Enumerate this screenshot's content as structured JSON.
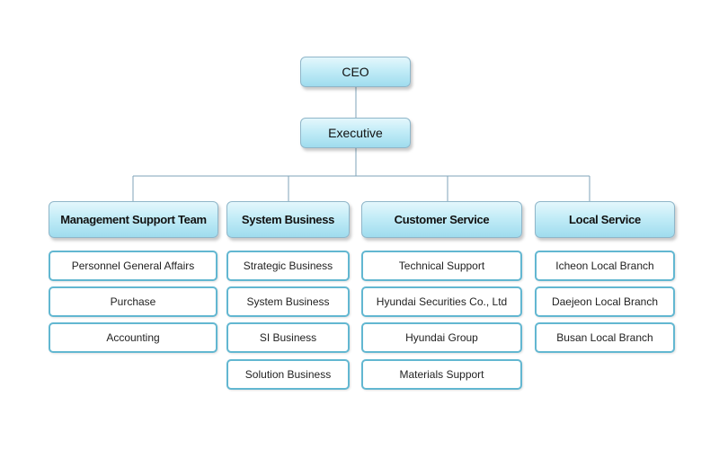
{
  "chart": {
    "ceo": "CEO",
    "executive": "Executive",
    "departments": [
      {
        "name": "Management Support Team",
        "items": [
          "Personnel General Affairs",
          "Purchase",
          "Accounting"
        ]
      },
      {
        "name": "System Business",
        "items": [
          "Strategic Business",
          "System Business",
          "SI Business",
          "Solution Business"
        ]
      },
      {
        "name": "Customer Service",
        "items": [
          "Technical Support",
          "Hyundai Securities Co., Ltd",
          "Hyundai Group",
          "Materials Support"
        ]
      },
      {
        "name": "Local Service",
        "items": [
          "Icheon Local Branch",
          "Daejeon Local Branch",
          "Busan Local Branch"
        ]
      }
    ]
  },
  "colors": {
    "connector": "#7fa3b8",
    "node_border": "#8fb6c9",
    "item_border": "#62b7d1"
  }
}
